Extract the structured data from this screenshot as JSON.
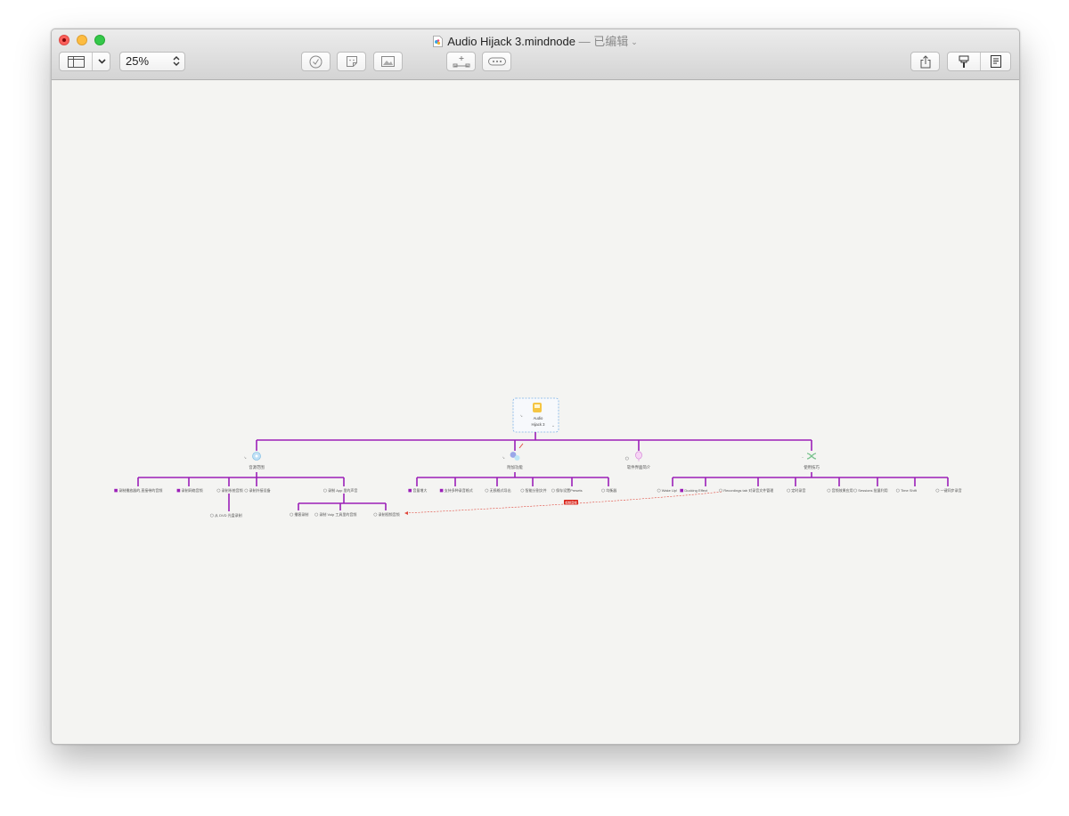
{
  "window": {
    "title": "Audio Hijack 3.mindnode",
    "edited_status": "— 已编辑"
  },
  "toolbar": {
    "zoom_value": "25%",
    "buttons": [
      "sidebar-toggle",
      "sidebar-menu",
      "task-check",
      "sticker",
      "image",
      "add-node",
      "add-cross-connection",
      "share",
      "style-inspector",
      "notes"
    ]
  },
  "colors": {
    "branch": "#9b1fb8",
    "cross_connection": "#e0483d",
    "root_border": "#7fb3e6",
    "label_badge": "#d9251b",
    "canvas": "#f4f4f2"
  },
  "mindmap": {
    "root": {
      "line1": "Audio",
      "line2": "Hijack 3"
    },
    "branches": [
      {
        "label": "音源范围",
        "icon": "record-disc-icon",
        "children": [
          {
            "label": "录制播放器的,直接带的音频",
            "checked": true,
            "children": []
          },
          {
            "label": "录制网络音频",
            "checked": true,
            "children": []
          },
          {
            "label": "录制系统音频",
            "checked": false,
            "children": [
              {
                "label": "从 DVD 光盘录制",
                "checked": false
              }
            ]
          },
          {
            "label": "录制外接设备",
            "checked": false,
            "children": []
          },
          {
            "label": "录制 App 里的声音",
            "checked": false,
            "children": [
              {
                "label": "播客录制",
                "checked": false
              },
              {
                "label": "录制 Voip 工具里的音频",
                "checked": false
              },
              {
                "label": "录制视频音频",
                "checked": false
              }
            ]
          }
        ]
      },
      {
        "label": "附加功能",
        "icon": "effects-icon",
        "children": [
          {
            "label": "音量增大",
            "checked": true
          },
          {
            "label": "支持多种录音格式",
            "checked": true
          },
          {
            "label": "无损格式导出",
            "checked": false
          },
          {
            "label": "智能分割文件",
            "checked": false
          },
          {
            "label": "保存设置Presets",
            "checked": false
          },
          {
            "label": "均衡器",
            "checked": false
          }
        ]
      },
      {
        "label": "软件界面简介",
        "icon": "balloon-icon",
        "children": []
      },
      {
        "label": "使用技巧",
        "icon": "shuffle-icon",
        "children": [
          {
            "label": "Wake Up!",
            "checked": false
          },
          {
            "label": "Ducking Effect",
            "checked": true
          },
          {
            "label": "Recordings tab 对录音文件管理",
            "checked": false
          },
          {
            "label": "定时录音",
            "checked": false
          },
          {
            "label": "音频效果应用",
            "checked": false
          },
          {
            "label": "Sessions 批量利用",
            "checked": false
          },
          {
            "label": "Time Shift",
            "checked": false
          },
          {
            "label": "一键同步录音",
            "checked": false
          }
        ]
      }
    ],
    "cross_connection_label": "视频音频"
  }
}
